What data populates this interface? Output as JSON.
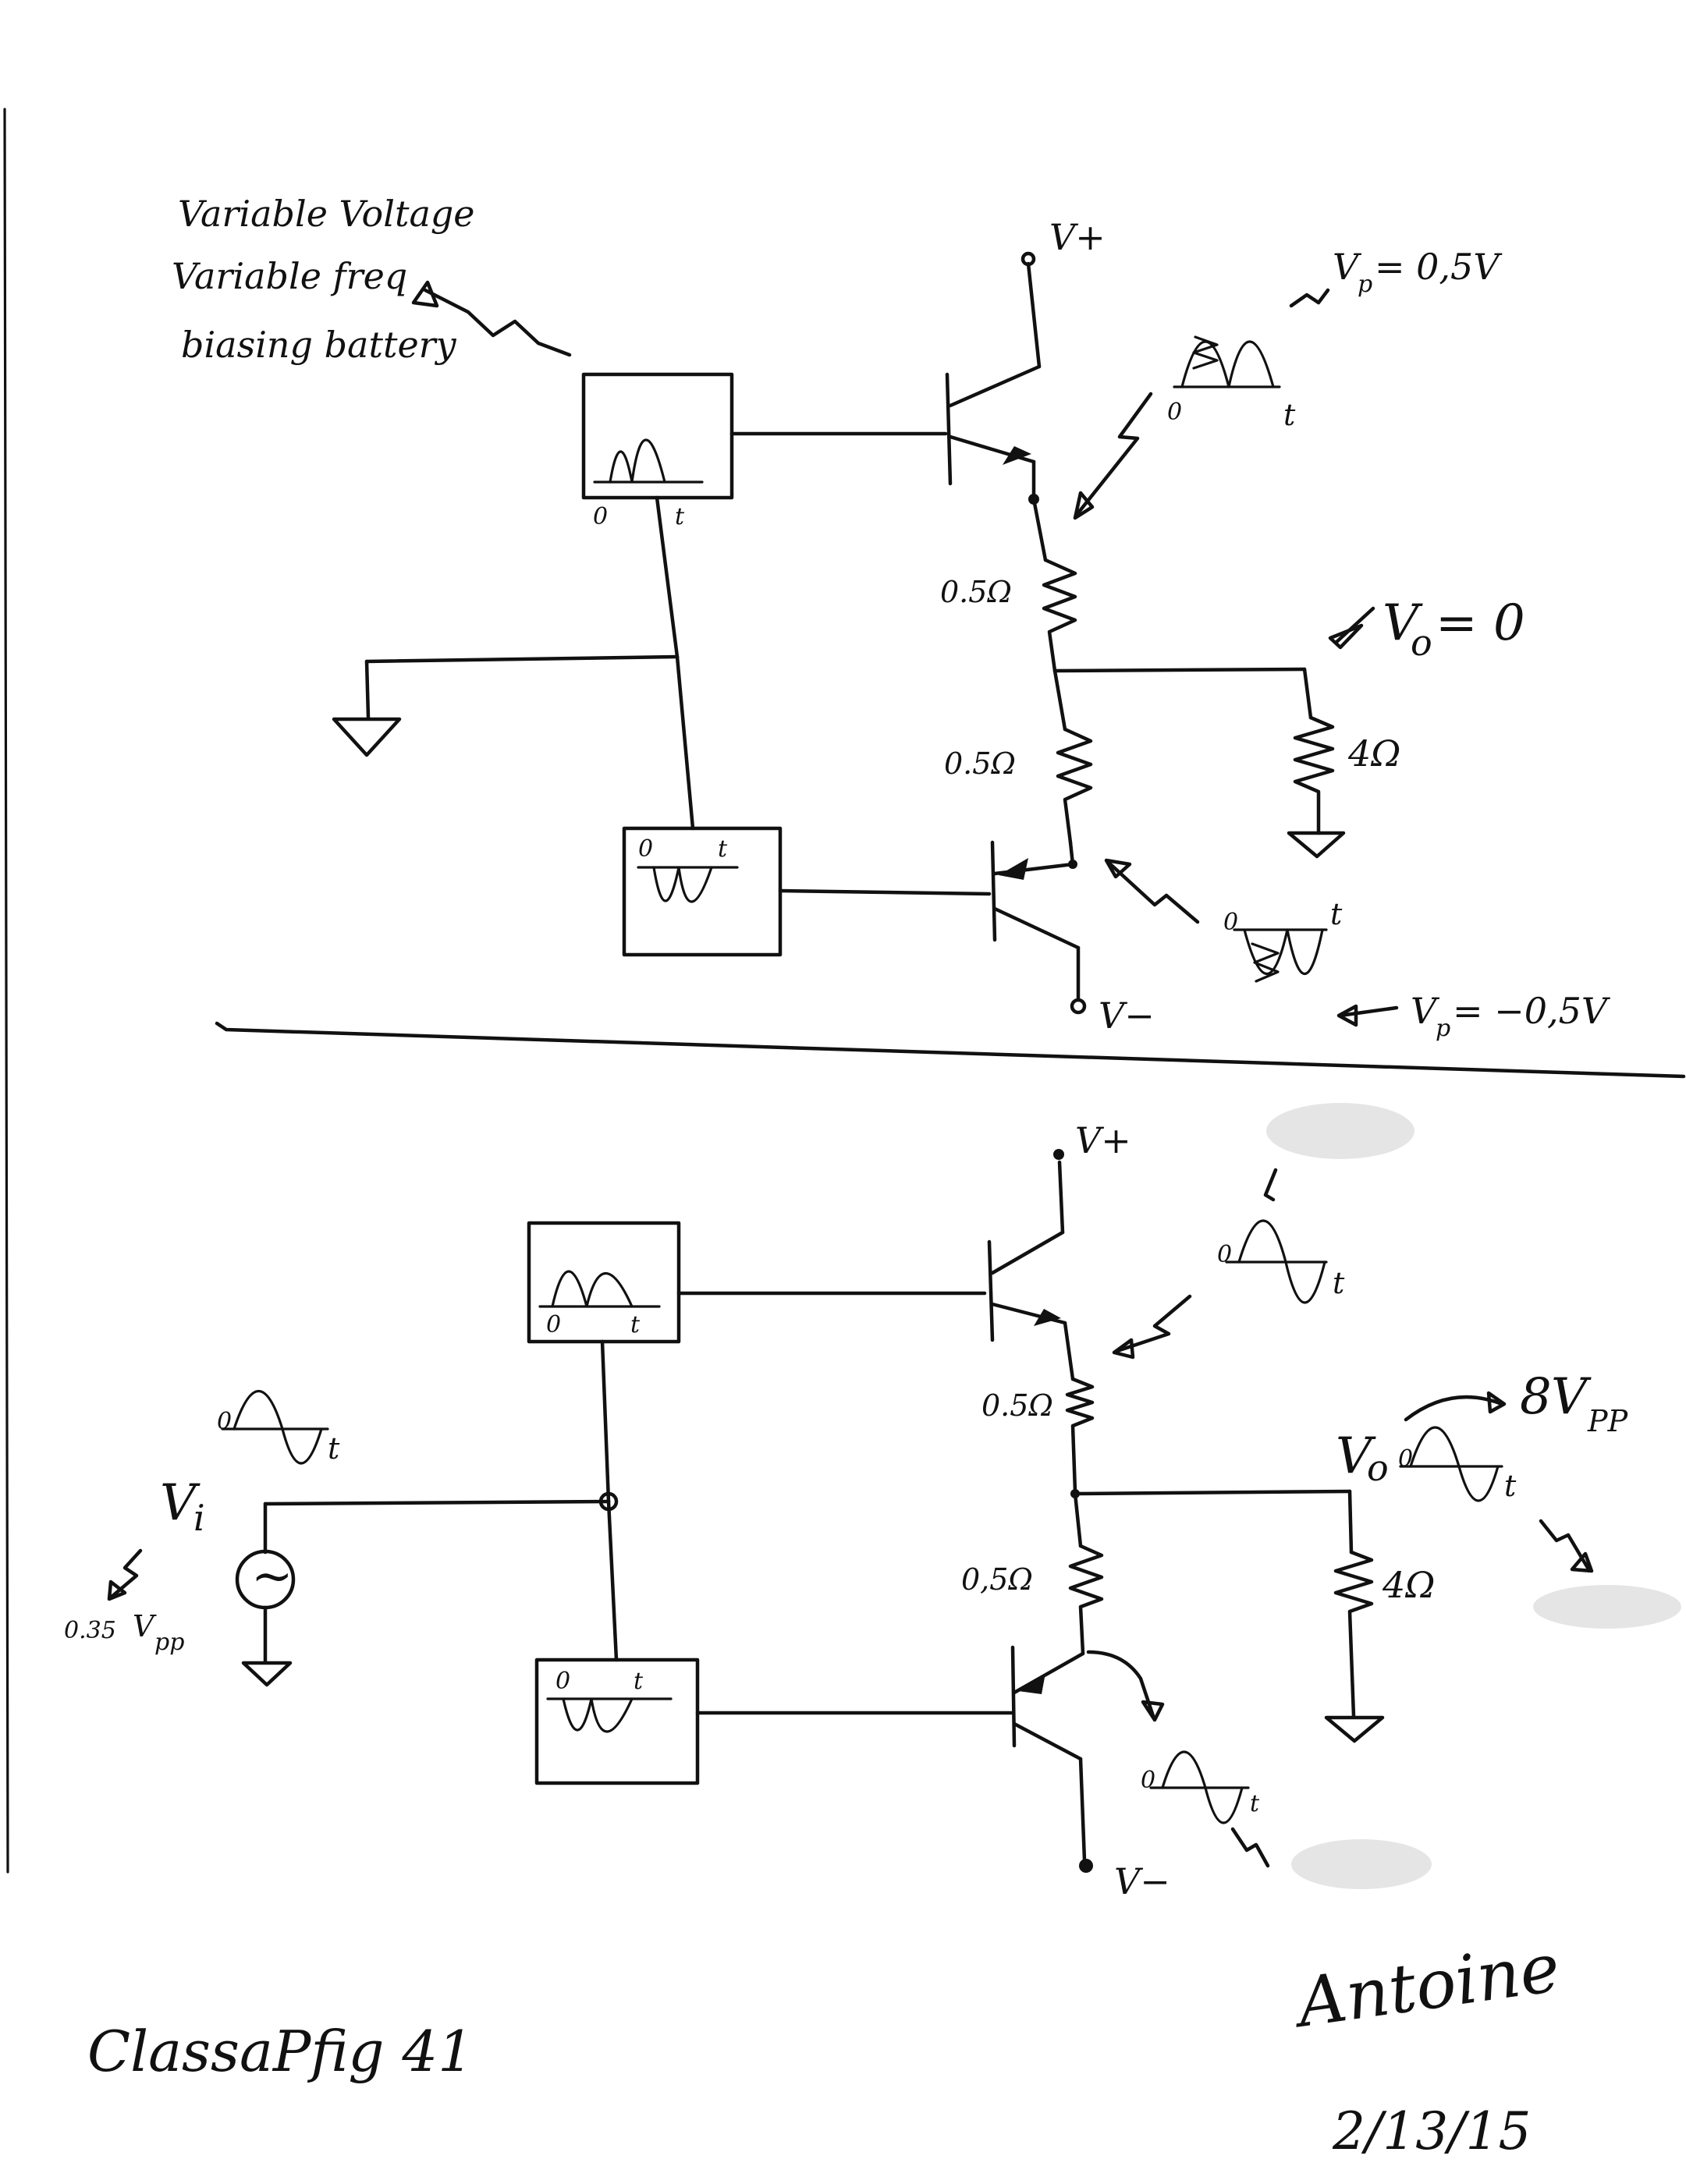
{
  "top_circuit": {
    "note_lines": [
      "Variable Voltage",
      "Variable freq",
      "biasing battery"
    ],
    "v_plus": "V+",
    "v_minus": "V−",
    "upper_peak": "V",
    "upper_peak_sub": "p",
    "upper_peak_value": "= 0,5V",
    "lower_peak": "V",
    "lower_peak_sub": "p",
    "lower_peak_value": "= −0,5V",
    "r_upper": "0.5Ω",
    "r_lower": "0.5Ω",
    "r_load": "4Ω",
    "vo_label": "V",
    "vo_sub": "o",
    "vo_value": "= 0",
    "axis_zero": "0",
    "axis_t": "t"
  },
  "bottom_circuit": {
    "v_plus": "V+",
    "v_minus": "V−",
    "vi_label": "V",
    "vi_sub": "i",
    "vi_value": "0.35",
    "vi_value_unit": "V",
    "vi_value_sub": "pp",
    "r_upper": "0.5Ω",
    "r_lower": "0,5Ω",
    "r_load": "4Ω",
    "vo_label": "V",
    "vo_sub": "o",
    "vo_value": "8",
    "vo_value_unit": "V",
    "vo_value_sub": "PP",
    "axis_zero": "0",
    "axis_t": "t",
    "source_symbol": "~"
  },
  "footer": {
    "caption": "ClassaPfig 41",
    "signature": "Antoine",
    "date": "2/13/15"
  }
}
